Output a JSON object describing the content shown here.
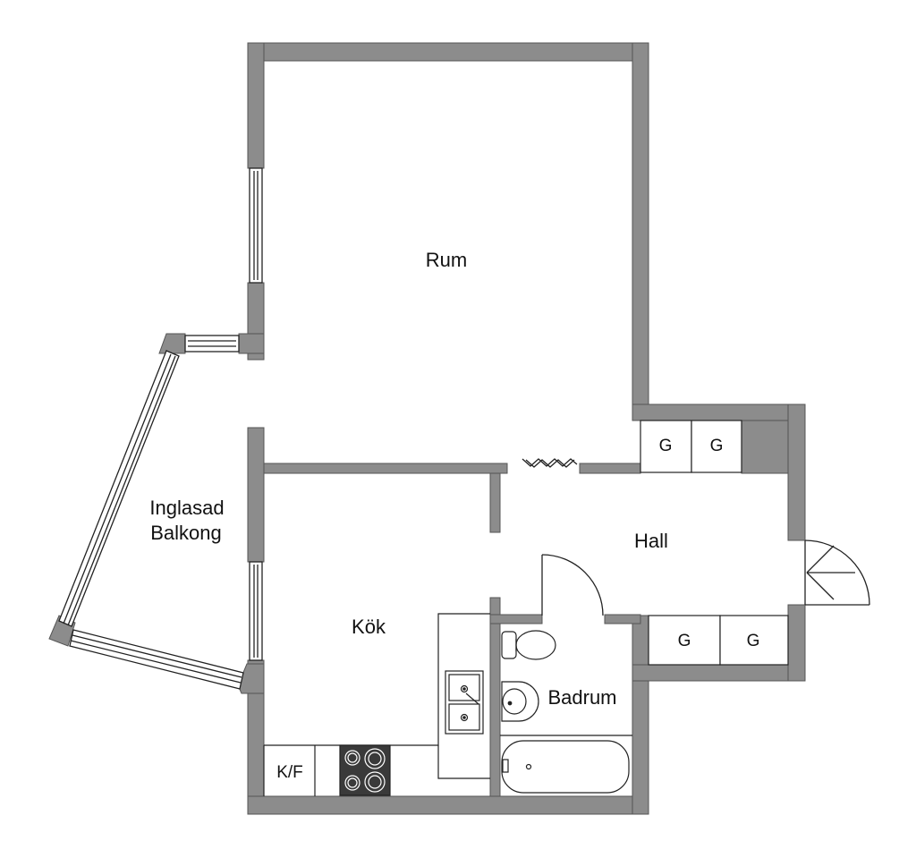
{
  "rooms": {
    "rum": "Rum",
    "balcony_line1": "Inglasad",
    "balcony_line2": "Balkong",
    "kitchen": "Kök",
    "hall": "Hall",
    "bathroom": "Badrum"
  },
  "storage": {
    "g1": "G",
    "g2": "G",
    "g3": "G",
    "g4": "G"
  },
  "appliances": {
    "fridge_freezer": "K/F"
  },
  "colors": {
    "wall": "#8c8c8c",
    "wall_outline": "#555555",
    "line": "#222222",
    "stove": "#3a3a3a"
  }
}
